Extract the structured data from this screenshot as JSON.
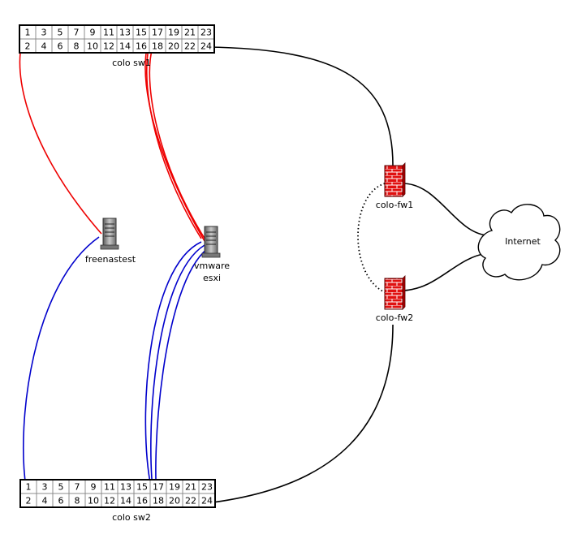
{
  "switches": [
    {
      "id": "sw1",
      "label": "colo sw1",
      "top_row": [
        "1",
        "3",
        "5",
        "7",
        "9",
        "11",
        "13",
        "15",
        "17",
        "19",
        "21",
        "23"
      ],
      "bottom_row": [
        "2",
        "4",
        "6",
        "8",
        "10",
        "12",
        "14",
        "16",
        "18",
        "20",
        "22",
        "24"
      ]
    },
    {
      "id": "sw2",
      "label": "colo sw2",
      "top_row": [
        "1",
        "3",
        "5",
        "7",
        "9",
        "11",
        "13",
        "15",
        "17",
        "19",
        "21",
        "23"
      ],
      "bottom_row": [
        "2",
        "4",
        "6",
        "8",
        "10",
        "12",
        "14",
        "16",
        "18",
        "20",
        "22",
        "24"
      ]
    }
  ],
  "nodes": {
    "freenas": {
      "label": "freenastest",
      "icon": "server-icon"
    },
    "vmware": {
      "label_line1": "vmware",
      "label_line2": "esxi",
      "icon": "server-icon"
    },
    "fw1": {
      "label": "colo-fw1",
      "icon": "firewall-icon"
    },
    "fw2": {
      "label": "colo-fw2",
      "icon": "firewall-icon"
    },
    "internet": {
      "label": "Internet",
      "icon": "cloud-icon"
    }
  },
  "colors": {
    "sw1_link": "#ee0000",
    "sw2_link": "#0000cc",
    "uplink": "#000000",
    "firewall": "#dd1111"
  }
}
